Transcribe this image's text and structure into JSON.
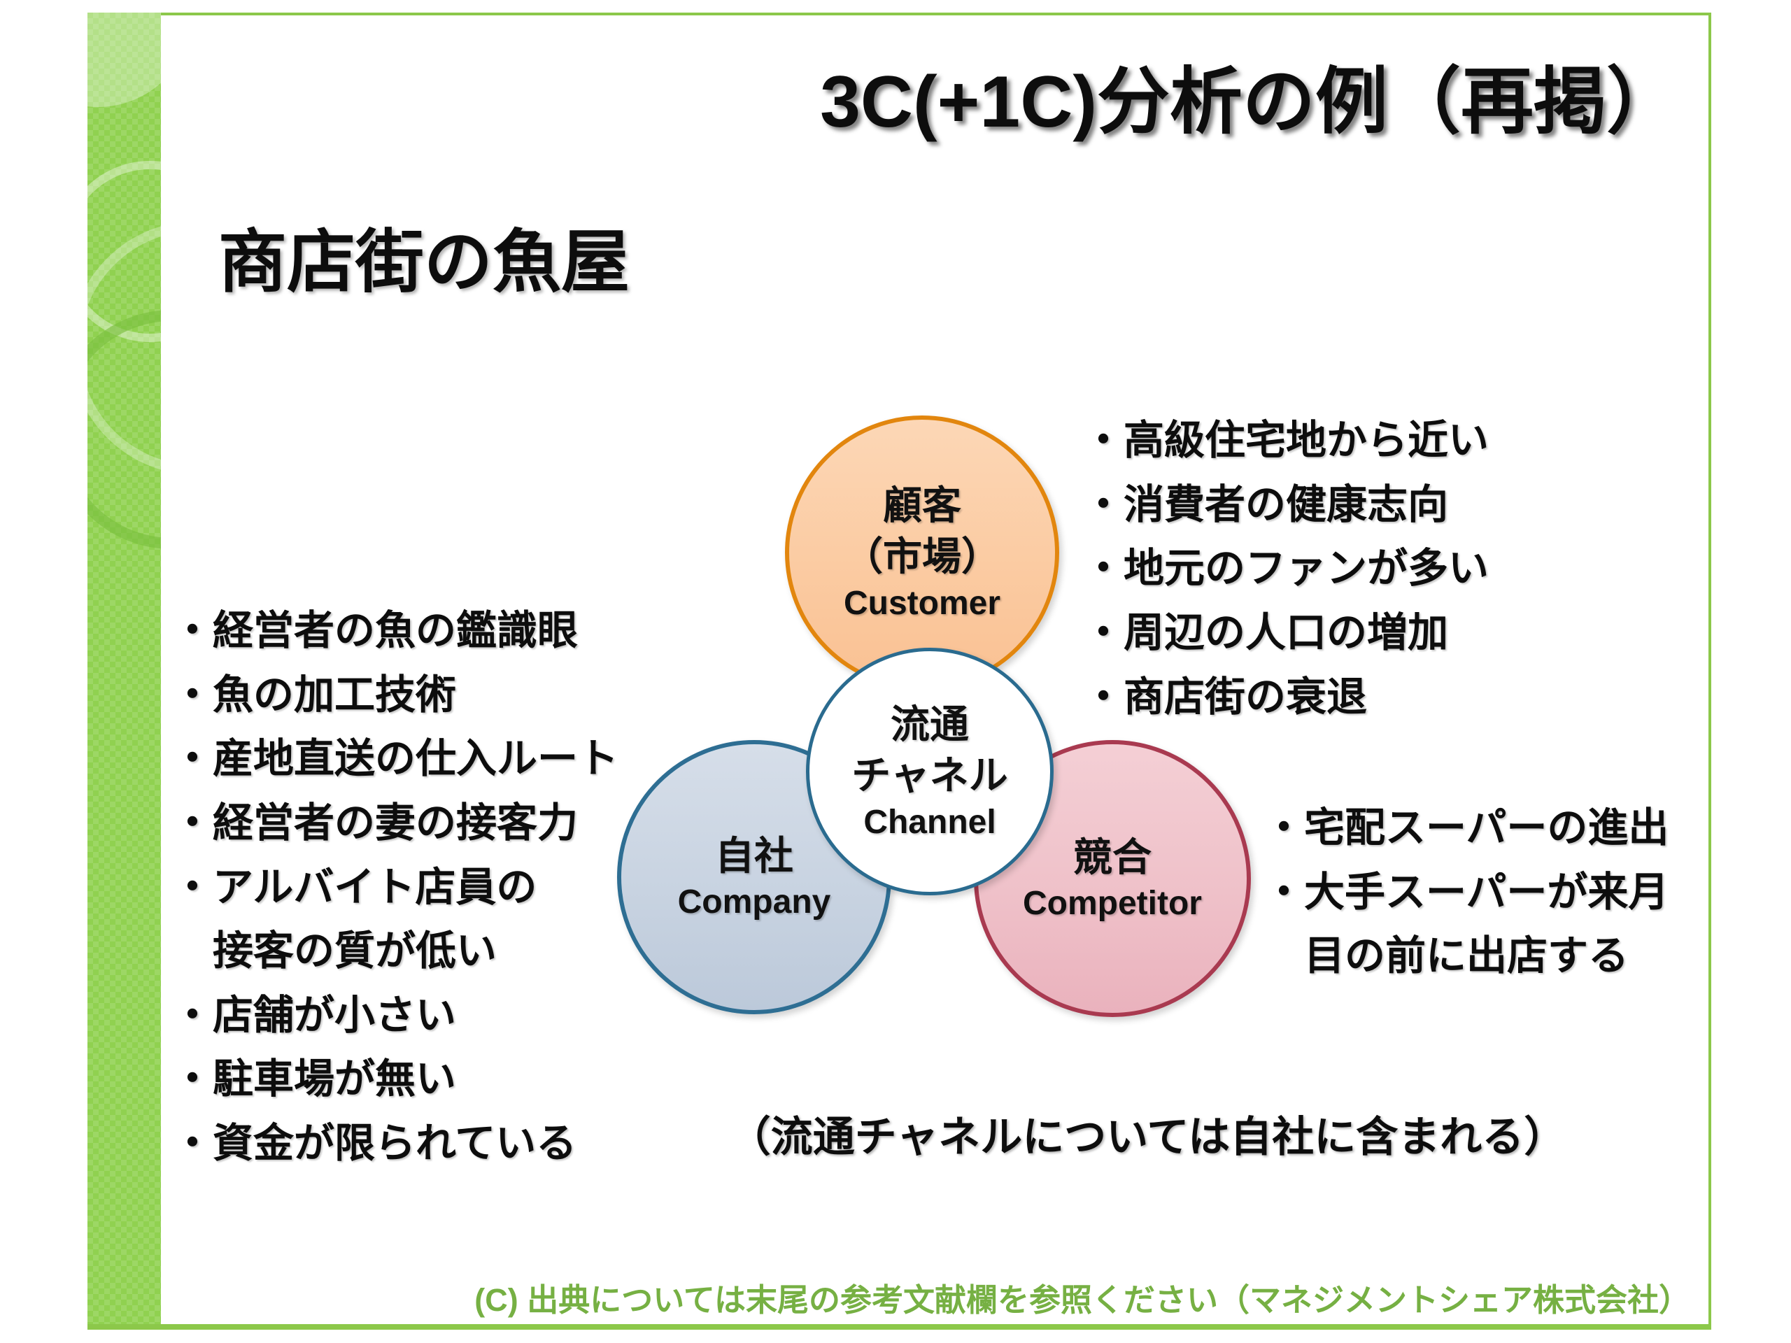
{
  "slide": {
    "title": "3C(+1C)分析の例（再掲）",
    "subtitle": "商店街の魚屋",
    "note": "（流通チャネルについては自社に含まれる）",
    "footer": "(C) 出典については末尾の参考文献欄を参照ください（マネジメントシェア株式会社）"
  },
  "colors": {
    "sidebar_green": "#90D150",
    "frame_green": "#8CC84A",
    "footer_text_green": "#76B043",
    "customer_fill": "#FBCBA2",
    "customer_border": "#E2860E",
    "company_fill": "#C8D3E1",
    "company_border": "#2E6E93",
    "competitor_fill": "#EFC1C9",
    "competitor_border": "#A93A50",
    "channel_fill": "#FFFFFF",
    "channel_border": "#2A6B8F",
    "text_color": "#0D0D0D"
  },
  "circles": {
    "customer": {
      "jp1": "顧客",
      "jp2": "（市場）",
      "en": "Customer"
    },
    "company": {
      "jp1": "自社",
      "en": "Company"
    },
    "competitor": {
      "jp1": "競合",
      "en": "Competitor"
    },
    "channel": {
      "jp1": "流通",
      "jp2": "チャネル",
      "en": "Channel"
    }
  },
  "lists": {
    "company_points": [
      "・経営者の魚の鑑識眼",
      "・魚の加工技術",
      "・産地直送の仕入ルート",
      "・経営者の妻の接客力",
      "・アルバイト店員の",
      "　接客の質が低い",
      "・店舗が小さい",
      "・駐車場が無い",
      "・資金が限られている"
    ],
    "customer_points": [
      "・高級住宅地から近い",
      "・消費者の健康志向",
      "・地元のファンが多い",
      "・周辺の人口の増加",
      "・商店街の衰退"
    ],
    "competitor_points": [
      "・宅配スーパーの進出",
      "・大手スーパーが来月",
      "　目の前に出店する"
    ]
  }
}
